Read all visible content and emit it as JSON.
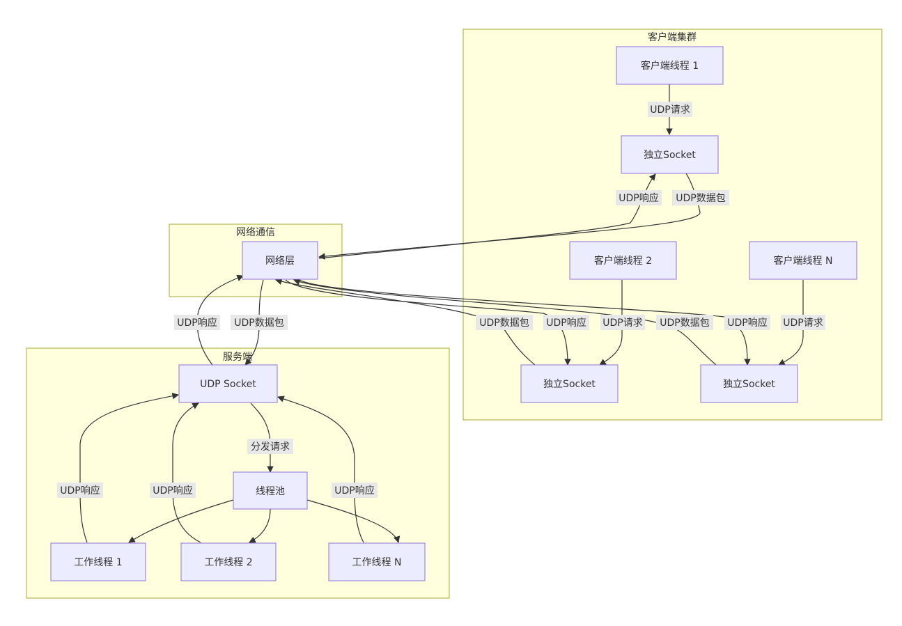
{
  "clusters": {
    "client_cluster": "客户端集群",
    "network": "网络通信",
    "server": "服务端"
  },
  "nodes": {
    "c1": "客户端线程 1",
    "s1": "独立Socket",
    "c2": "客户端线程 2",
    "cn": "客户端线程 N",
    "s2": "独立Socket",
    "sn": "独立Socket",
    "net": "网络层",
    "udp": "UDP Socket",
    "pool": "线程池",
    "w1": "工作线程 1",
    "w2": "工作线程 2",
    "wn": "工作线程 N"
  },
  "edges": {
    "c1_s1": "UDP请求",
    "s1_net": "UDP数据包",
    "net_s1": "UDP响应",
    "c2_s2": "UDP请求",
    "s2_net": "UDP数据包",
    "net_s2": "UDP响应",
    "cn_sn": "UDP请求",
    "sn_net": "UDP数据包",
    "net_sn": "UDP响应",
    "net_udp": "UDP数据包",
    "udp_net": "UDP响应",
    "udp_pool": "分发请求",
    "w1_udp": "UDP响应",
    "w2_udp": "UDP响应",
    "wn_udp": "UDP响应"
  },
  "colors": {
    "cluster_fill": "#ffffde",
    "cluster_stroke": "#aaaa33",
    "node_fill": "#ececff",
    "node_stroke": "#9370db",
    "edge_stroke": "#333333",
    "label_bg": "#e8e8e8"
  }
}
